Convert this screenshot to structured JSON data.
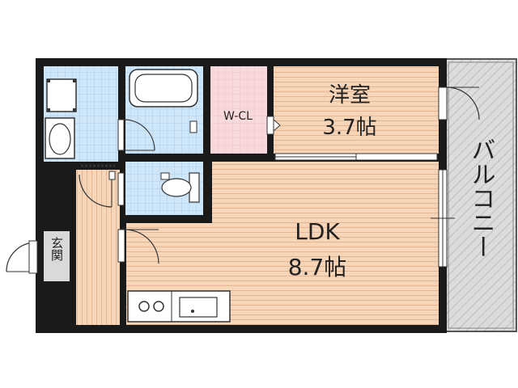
{
  "rooms": {
    "western": {
      "name": "洋室",
      "size": "3.7帖"
    },
    "ldk": {
      "name": "LDK",
      "size": "8.7帖"
    },
    "wcl": {
      "name": "W-CL"
    },
    "entrance": {
      "name": "玄関"
    },
    "balcony": {
      "name": "バルコニー"
    }
  },
  "colors": {
    "wall": "#1a1a1a",
    "wood_floor": "#f6d5b8",
    "wood_line": "#e7b691",
    "tile": "#cfe6f8",
    "tile_line": "#a9cdee",
    "wcl_floor": "#f8d9dc",
    "balcony": "#d8d8d8",
    "fixture": "#ffffff"
  }
}
